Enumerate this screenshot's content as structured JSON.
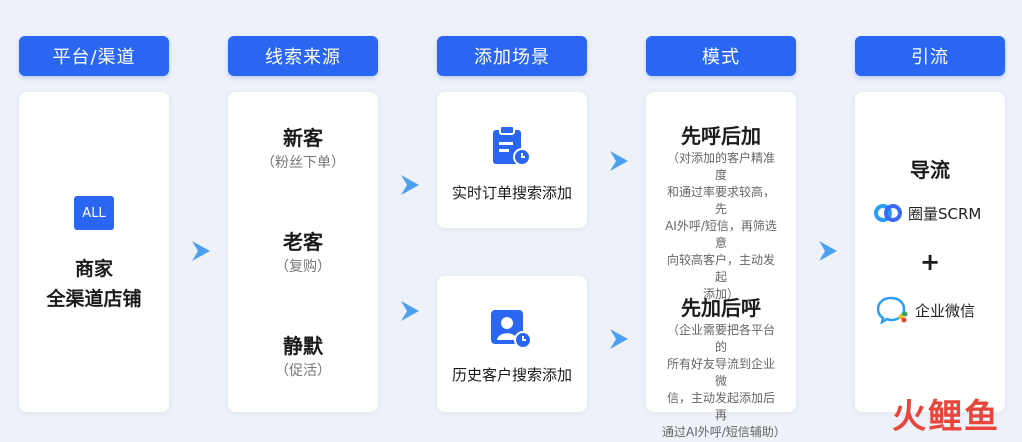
{
  "headers": [
    "平台/渠道",
    "线索来源",
    "添加场景",
    "模式",
    "引流"
  ],
  "platform": {
    "badge": "ALL",
    "line1": "商家",
    "line2": "全渠道店铺"
  },
  "sources": [
    {
      "title": "新客",
      "sub": "（粉丝下单）"
    },
    {
      "title": "老客",
      "sub": "（复购）"
    },
    {
      "title": "静默",
      "sub": "（促活）"
    }
  ],
  "scenes": [
    {
      "label": "实时订单搜索添加",
      "icon": "clipboard-clock-icon"
    },
    {
      "label": "历史客户搜索添加",
      "icon": "person-history-icon"
    }
  ],
  "modes": [
    {
      "title": "先呼后加",
      "desc": [
        "（对添加的客户精准度",
        "和通过率要求较高，先",
        "AI外呼/短信，再筛选意",
        "向较高客户，主动发起",
        "添加）"
      ]
    },
    {
      "title": "先加后呼",
      "desc": [
        "（企业需要把各平台的",
        "所有好友导流到企业微",
        "信，主动发起添加后再",
        "通过AI外呼/短信辅助）"
      ]
    }
  ],
  "traffic": {
    "title": "导流",
    "scrm": "圈量SCRM",
    "plus": "+",
    "wecom": "企业微信"
  },
  "watermark": "火鲤鱼",
  "colors": {
    "header": "#2a66f2",
    "arrow": "#4da0f0",
    "background": "#eef1f8"
  }
}
